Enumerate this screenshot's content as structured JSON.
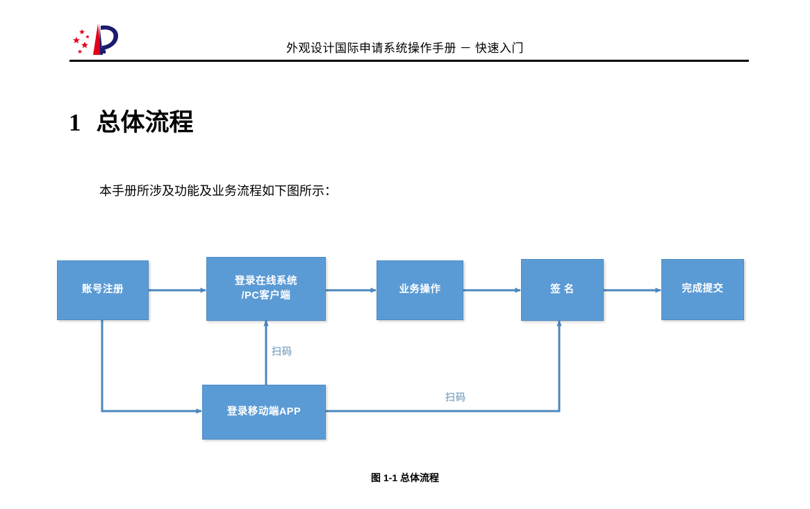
{
  "header": {
    "logo_name": "cnipa-logo",
    "title": "外观设计国际申请系统操作手册 － 快速入门"
  },
  "section": {
    "number": "1",
    "title": "总体流程"
  },
  "body": {
    "paragraph": "本手册所涉及功能及业务流程如下图所示："
  },
  "figure": {
    "caption": "图 1-1 总体流程",
    "colors": {
      "node_fill": "#5B9BD5",
      "node_border": "#4A8AC4",
      "node_text": "#FFFFFF",
      "connector": "#4A87BE",
      "edge_label_text": "#8FAFCB"
    },
    "nodes": [
      {
        "id": "register",
        "label_lines": [
          "账号注册"
        ]
      },
      {
        "id": "login-web",
        "label_lines": [
          "登录在线系统",
          "/PC客户端"
        ]
      },
      {
        "id": "business",
        "label_lines": [
          "业务操作"
        ]
      },
      {
        "id": "sign",
        "label_lines": [
          "签 名"
        ]
      },
      {
        "id": "submit",
        "label_lines": [
          "完成提交"
        ]
      },
      {
        "id": "login-app",
        "label_lines": [
          "登录移动端APP"
        ]
      }
    ],
    "edge_labels": [
      {
        "id": "scan-to-web",
        "text": "扫码"
      },
      {
        "id": "scan-to-sign",
        "text": "扫码"
      }
    ]
  }
}
